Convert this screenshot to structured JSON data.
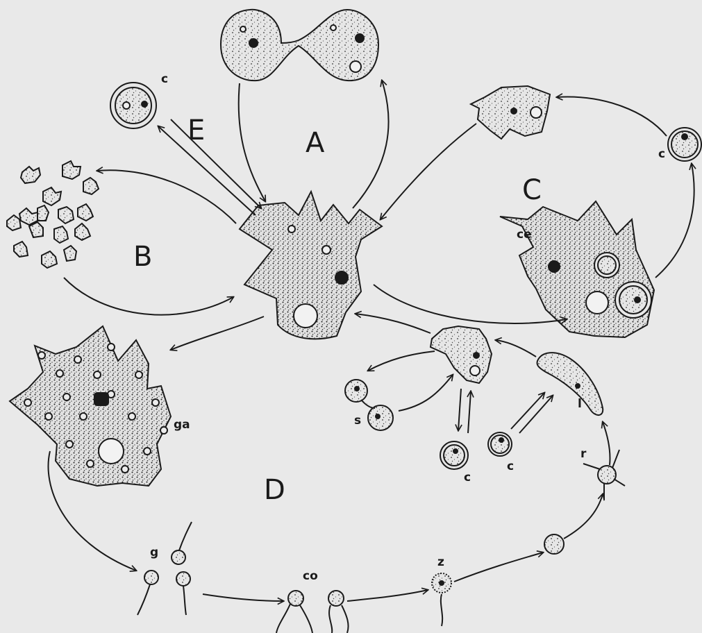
{
  "diagram": {
    "cycles": {
      "A": "A",
      "B": "B",
      "C": "C",
      "D": "D",
      "E": "E"
    },
    "labels": {
      "c_top": "c",
      "c_right": "c",
      "ce": "ce",
      "ga": "ga",
      "s": "s",
      "c_mid1": "c",
      "c_mid2": "c",
      "l": "l",
      "r": "r",
      "g": "g",
      "co": "co",
      "z": "z"
    }
  },
  "colors": {
    "background": "#e9e9e9",
    "ink": "#1a1a1a",
    "cell_fill": "#e4e4e4"
  }
}
